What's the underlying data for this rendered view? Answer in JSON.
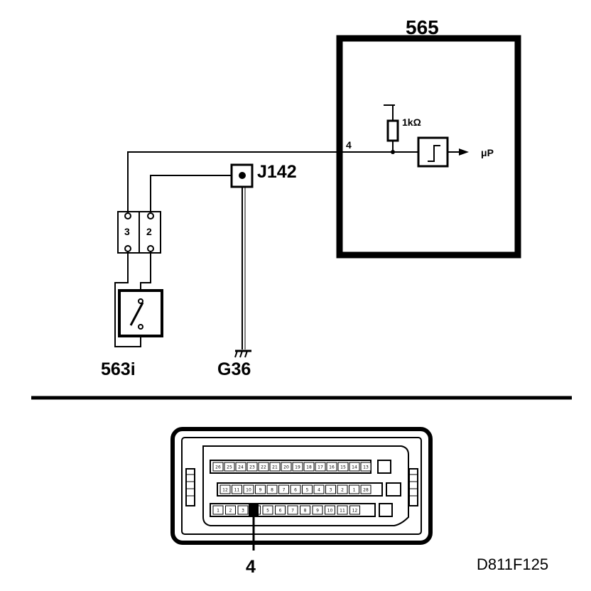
{
  "ecu": {
    "label": "565",
    "pin": "4",
    "resistor_label": "1kΩ",
    "output_label": "μP"
  },
  "junction": {
    "label": "J142"
  },
  "connector": {
    "pin_left": "3",
    "pin_right": "2"
  },
  "switch": {
    "label": "563i"
  },
  "ground": {
    "label": "G36"
  },
  "ecu_connector": {
    "row1": [
      "26",
      "25",
      "24",
      "23",
      "22",
      "21",
      "20",
      "19",
      "18",
      "17",
      "16",
      "15",
      "14",
      "13"
    ],
    "row2": [
      "12",
      "11",
      "10",
      "9",
      "8",
      "7",
      "6",
      "5",
      "4",
      "3",
      "2",
      "1",
      "28"
    ],
    "row3": [
      "1",
      "2",
      "3",
      "4",
      "5",
      "6",
      "7",
      "8",
      "9",
      "10",
      "11",
      "12"
    ],
    "callout": "4"
  },
  "drawing_code": "D811F125"
}
